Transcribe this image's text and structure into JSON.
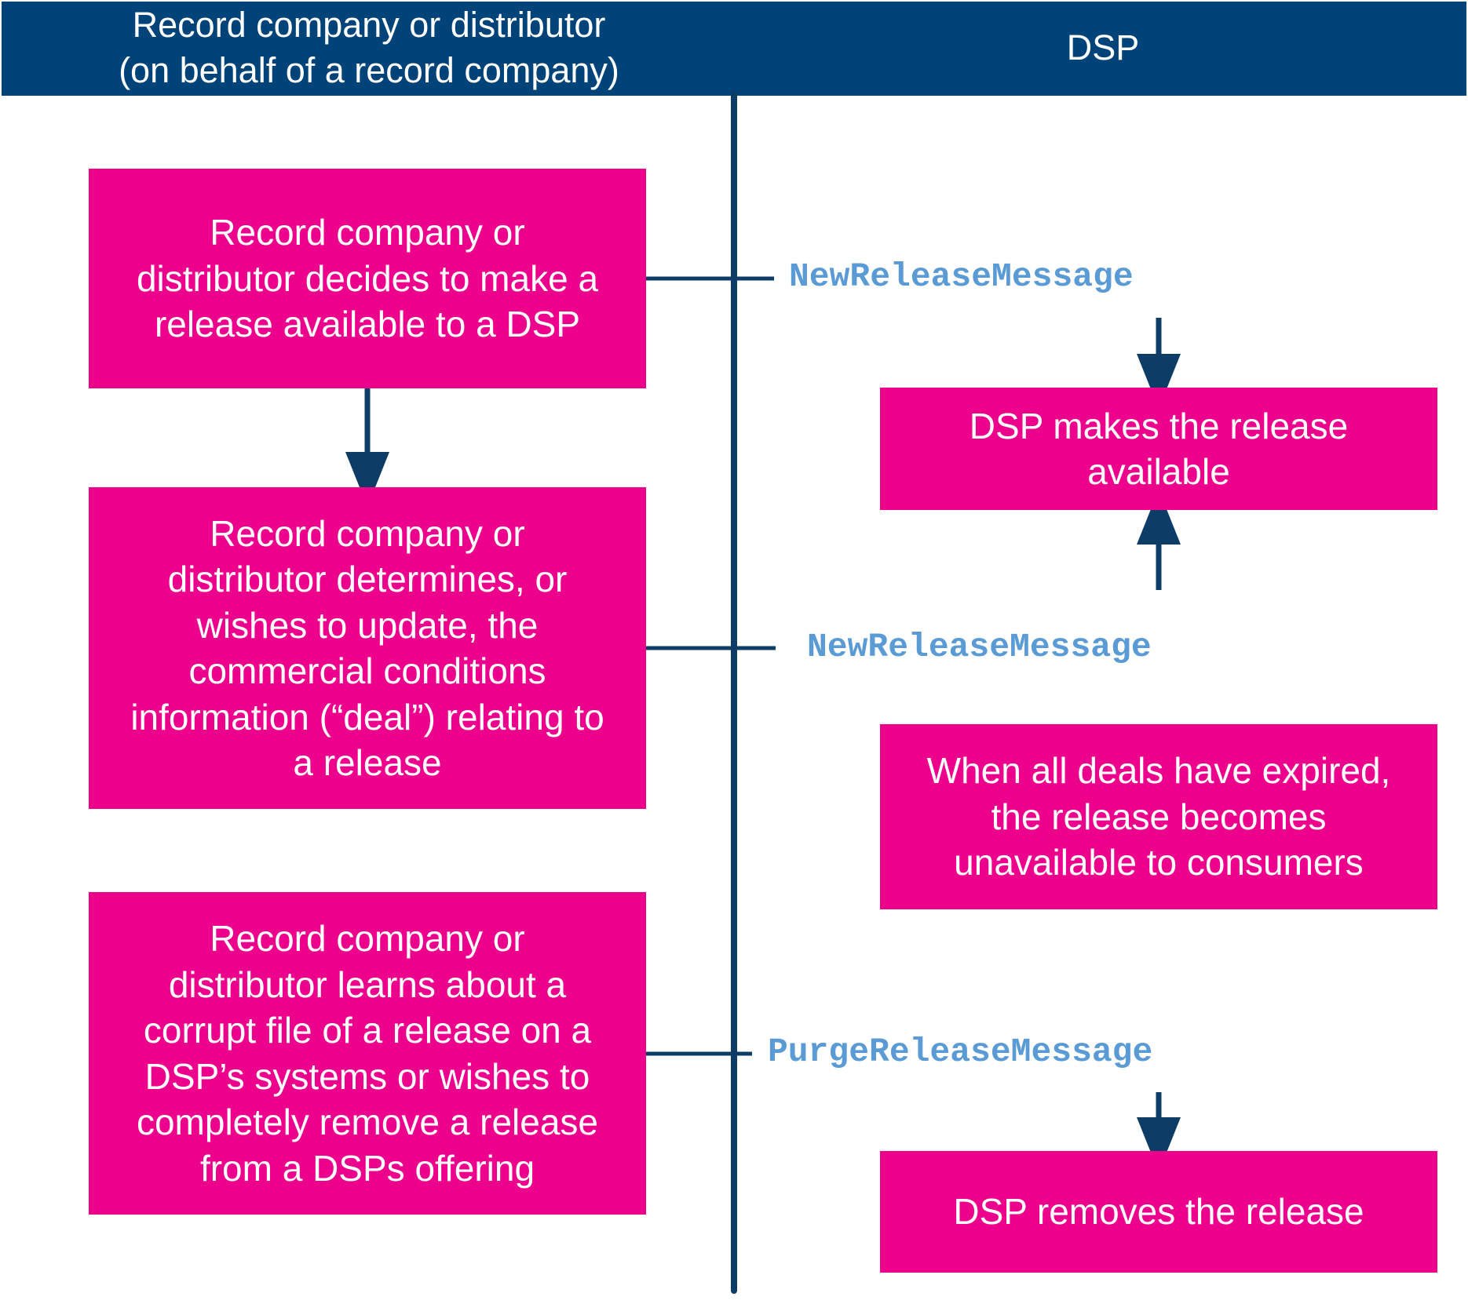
{
  "header": {
    "left_lines": [
      "Record company or distributor",
      "(on behalf of a record company)"
    ],
    "right": "DSP"
  },
  "left_boxes": [
    {
      "lines": [
        "Record company or",
        "distributor decides to make a",
        "release available to a DSP"
      ]
    },
    {
      "lines": [
        "Record company or",
        "distributor determines, or",
        "wishes to update, the",
        "commercial conditions",
        "information (“deal”) relating to",
        "a release"
      ]
    },
    {
      "lines": [
        "Record company or",
        "distributor learns about a",
        "corrupt file of a release on a",
        "DSP’s systems or wishes to",
        "completely remove a release",
        "from a DSPs offering"
      ]
    }
  ],
  "messages": [
    "NewReleaseMessage",
    "NewReleaseMessage",
    "PurgeReleaseMessage"
  ],
  "right_boxes": [
    {
      "lines": [
        "DSP makes the release",
        "available"
      ]
    },
    {
      "lines": [
        "When all deals have expired,",
        "the release becomes",
        "unavailable to consumers"
      ]
    },
    {
      "lines": [
        "DSP removes the release"
      ]
    }
  ],
  "colors": {
    "header": "#004378",
    "box": "#ec008c",
    "message": "#5b9bd5",
    "line": "#0d3d66"
  }
}
